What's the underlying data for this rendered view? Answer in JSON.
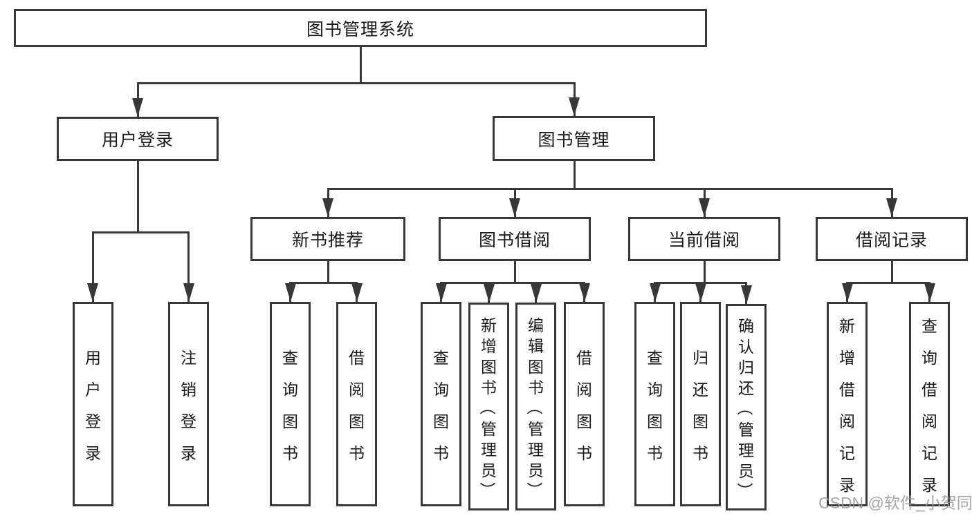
{
  "diagram": {
    "root": {
      "label": "图书管理系统"
    },
    "level2": [
      {
        "label": "用户登录",
        "children": [
          {
            "label": "用户登录"
          },
          {
            "label": "注销登录"
          }
        ]
      },
      {
        "label": "图书管理",
        "children": [
          {
            "label": "新书推荐",
            "children": [
              {
                "label": "查询图书"
              },
              {
                "label": "借阅图书"
              }
            ]
          },
          {
            "label": "图书借阅",
            "children": [
              {
                "label": "查询图书"
              },
              {
                "label": "新增图书（管理员）"
              },
              {
                "label": "编辑图书（管理员）"
              },
              {
                "label": "借阅图书"
              }
            ]
          },
          {
            "label": "当前借阅",
            "children": [
              {
                "label": "查询图书"
              },
              {
                "label": "归还图书"
              },
              {
                "label": "确认归还（管理员）"
              }
            ]
          },
          {
            "label": "借阅记录",
            "children": [
              {
                "label": "新增借阅记录"
              },
              {
                "label": "查询借阅记录"
              }
            ]
          }
        ]
      }
    ]
  },
  "watermark": {
    "text": "CSDN @软件_小贺同学"
  },
  "colors": {
    "line": "#383838",
    "text": "#1a1a1a",
    "watermark": "#969696",
    "background": "#ffffff"
  }
}
